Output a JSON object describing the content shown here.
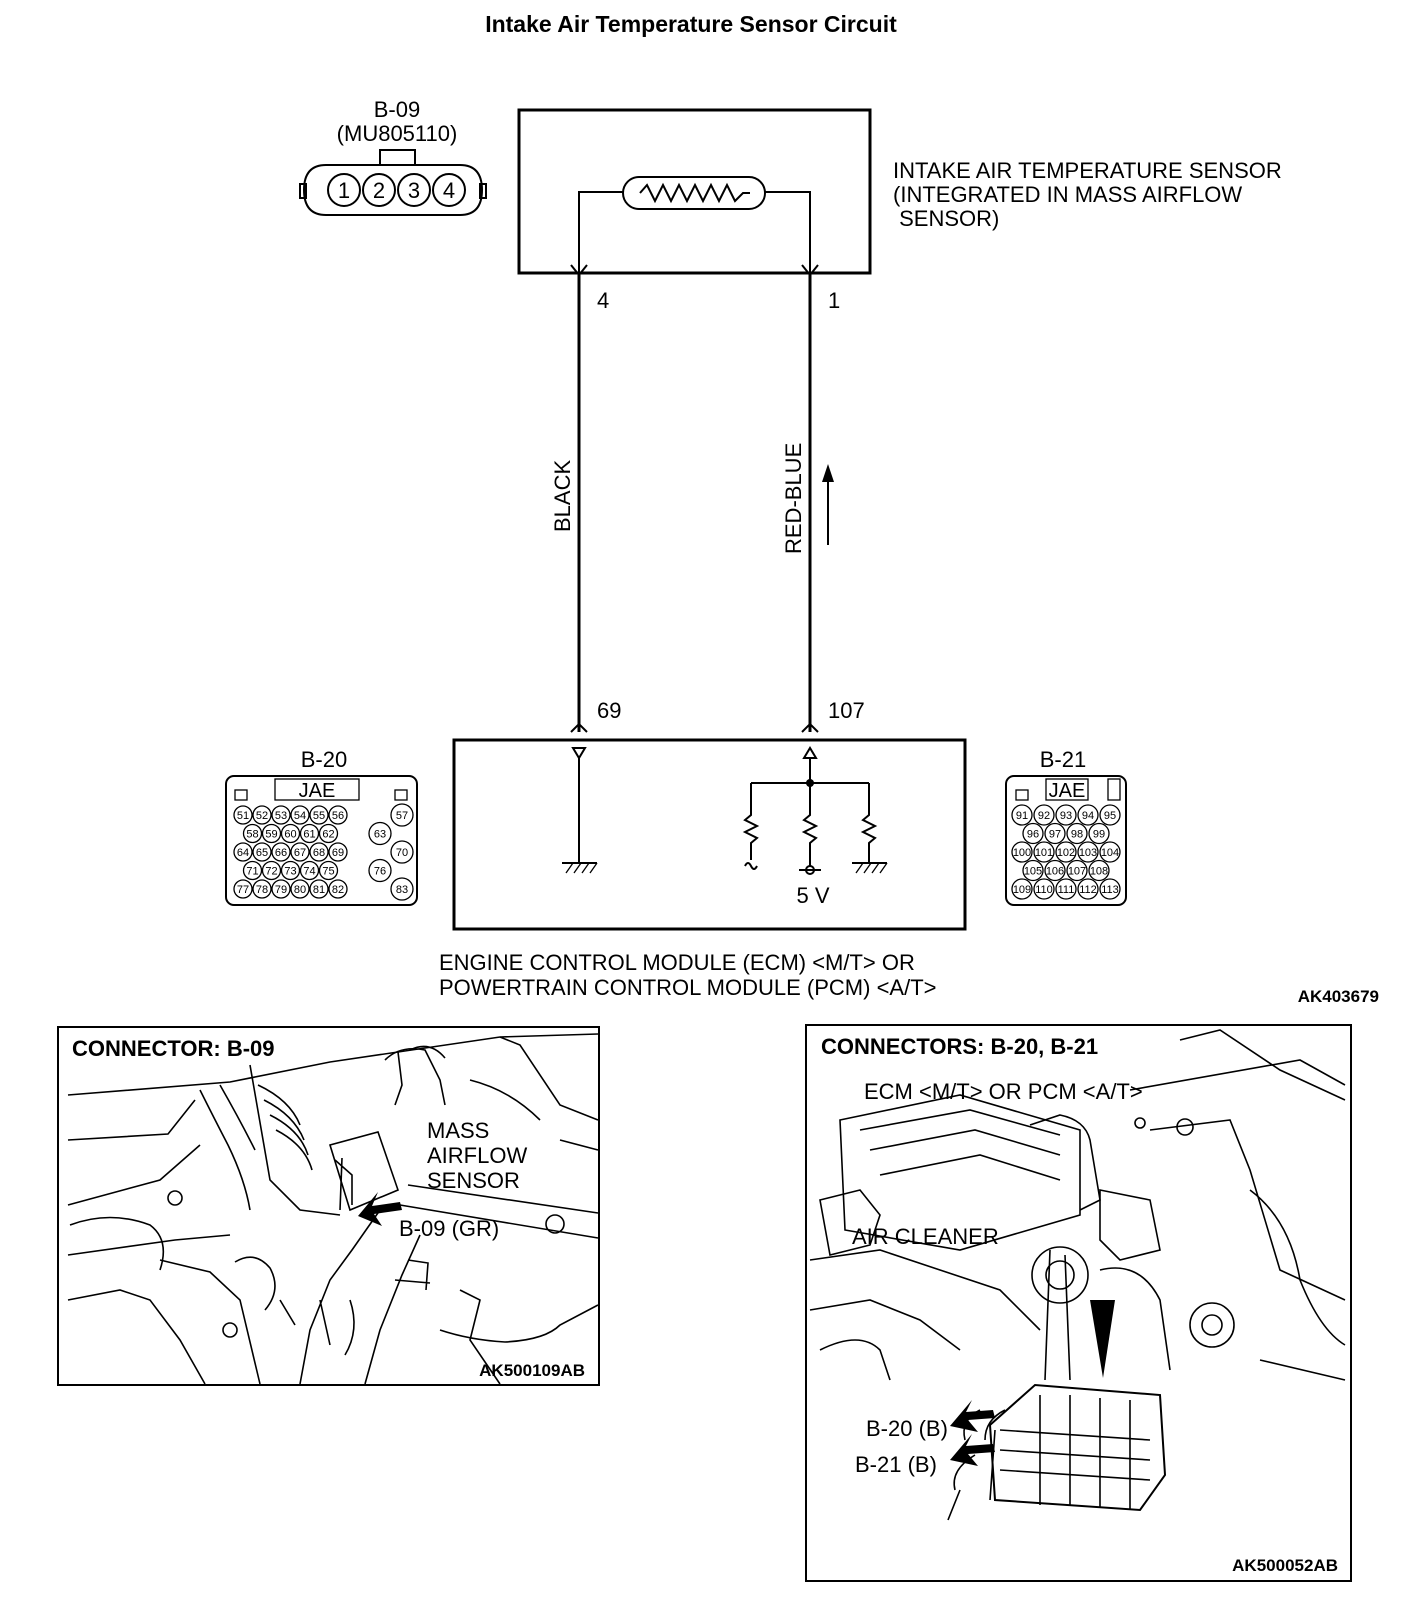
{
  "title": "Intake Air Temperature Sensor Circuit",
  "connector_b09": {
    "id": "B-09",
    "part": "(MU805110)",
    "pins": [
      "1",
      "2",
      "3",
      "4"
    ]
  },
  "sensor": {
    "label_line1": "INTAKE AIR TEMPERATURE SENSOR",
    "label_line2": "(INTEGRATED IN MASS AIRFLOW",
    "label_line3": " SENSOR)",
    "pin_left": "4",
    "pin_right": "1"
  },
  "wires": {
    "left_color": "BLACK",
    "right_color": "RED-BLUE"
  },
  "ecm": {
    "pin_left": "69",
    "pin_right": "107",
    "voltage": "5 V",
    "label_line1": "ENGINE CONTROL MODULE (ECM) <M/T> OR",
    "label_line2": "POWERTRAIN CONTROL MODULE (PCM) <A/T>"
  },
  "connector_b20": {
    "id": "B-20",
    "maker": "JAE",
    "rows": [
      [
        "51",
        "52",
        "53",
        "54",
        "55",
        "56",
        "57"
      ],
      [
        "58",
        "59",
        "60",
        "61",
        "62",
        "63"
      ],
      [
        "64",
        "65",
        "66",
        "67",
        "68",
        "69",
        "70"
      ],
      [
        "71",
        "72",
        "73",
        "74",
        "75",
        "76"
      ],
      [
        "77",
        "78",
        "79",
        "80",
        "81",
        "82",
        "83"
      ]
    ]
  },
  "connector_b21": {
    "id": "B-21",
    "maker": "JAE",
    "rows": [
      [
        "91",
        "92",
        "93",
        "94",
        "95"
      ],
      [
        "96",
        "97",
        "98",
        "99"
      ],
      [
        "100",
        "101",
        "102",
        "103",
        "104"
      ],
      [
        "105",
        "106",
        "107",
        "108"
      ],
      [
        "109",
        "110",
        "111",
        "112",
        "113"
      ]
    ]
  },
  "diagram_code": "AK403679",
  "inset_left": {
    "heading": "CONNECTOR: B-09",
    "label_line1": "MASS",
    "label_line2": "AIRFLOW",
    "label_line3": "SENSOR",
    "pointer": "B-09 (GR)",
    "code": "AK500109AB"
  },
  "inset_right": {
    "heading": "CONNECTORS: B-20, B-21",
    "module_label": "ECM <M/T> OR PCM <A/T>",
    "air_cleaner": "AIR CLEANER",
    "pointer1": "B-20 (B)",
    "pointer2": "B-21 (B)",
    "code": "AK500052AB"
  }
}
